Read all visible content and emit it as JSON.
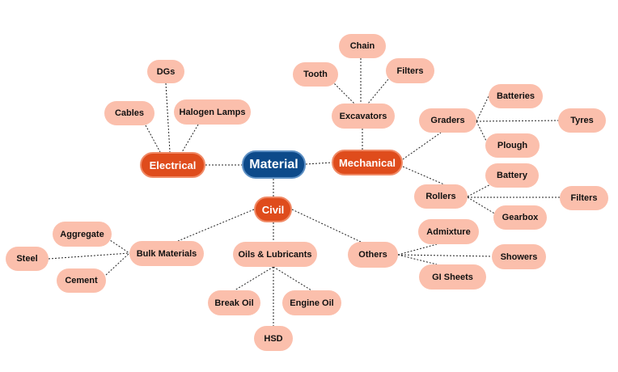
{
  "colors": {
    "center_fill": "#0d4a8a",
    "category_fill": "#df4c1c",
    "leaf_fill": "#fbbfac",
    "connector": "#222222"
  },
  "nodes": {
    "material": "Material",
    "electrical": "Electrical",
    "mechanical": "Mechanical",
    "civil": "Civil",
    "dgs": "DGs",
    "cables": "Cables",
    "halogen_lamps": "Halogen Lamps",
    "excavators": "Excavators",
    "chain": "Chain",
    "tooth": "Tooth",
    "filters_excavator": "Filters",
    "graders": "Graders",
    "batteries": "Batteries",
    "tyres": "Tyres",
    "plough": "Plough",
    "rollers": "Rollers",
    "battery": "Battery",
    "filters_roller": "Filters",
    "gearbox": "Gearbox",
    "bulk_materials": "Bulk Materials",
    "aggregate": "Aggregate",
    "steel": "Steel",
    "cement": "Cement",
    "oils_lubricants": "Oils & Lubricants",
    "break_oil": "Break Oil",
    "engine_oil": "Engine Oil",
    "hsd": "HSD",
    "others": "Others",
    "admixture": "Admixture",
    "showers": "Showers",
    "gi_sheets": "GI Sheets"
  }
}
